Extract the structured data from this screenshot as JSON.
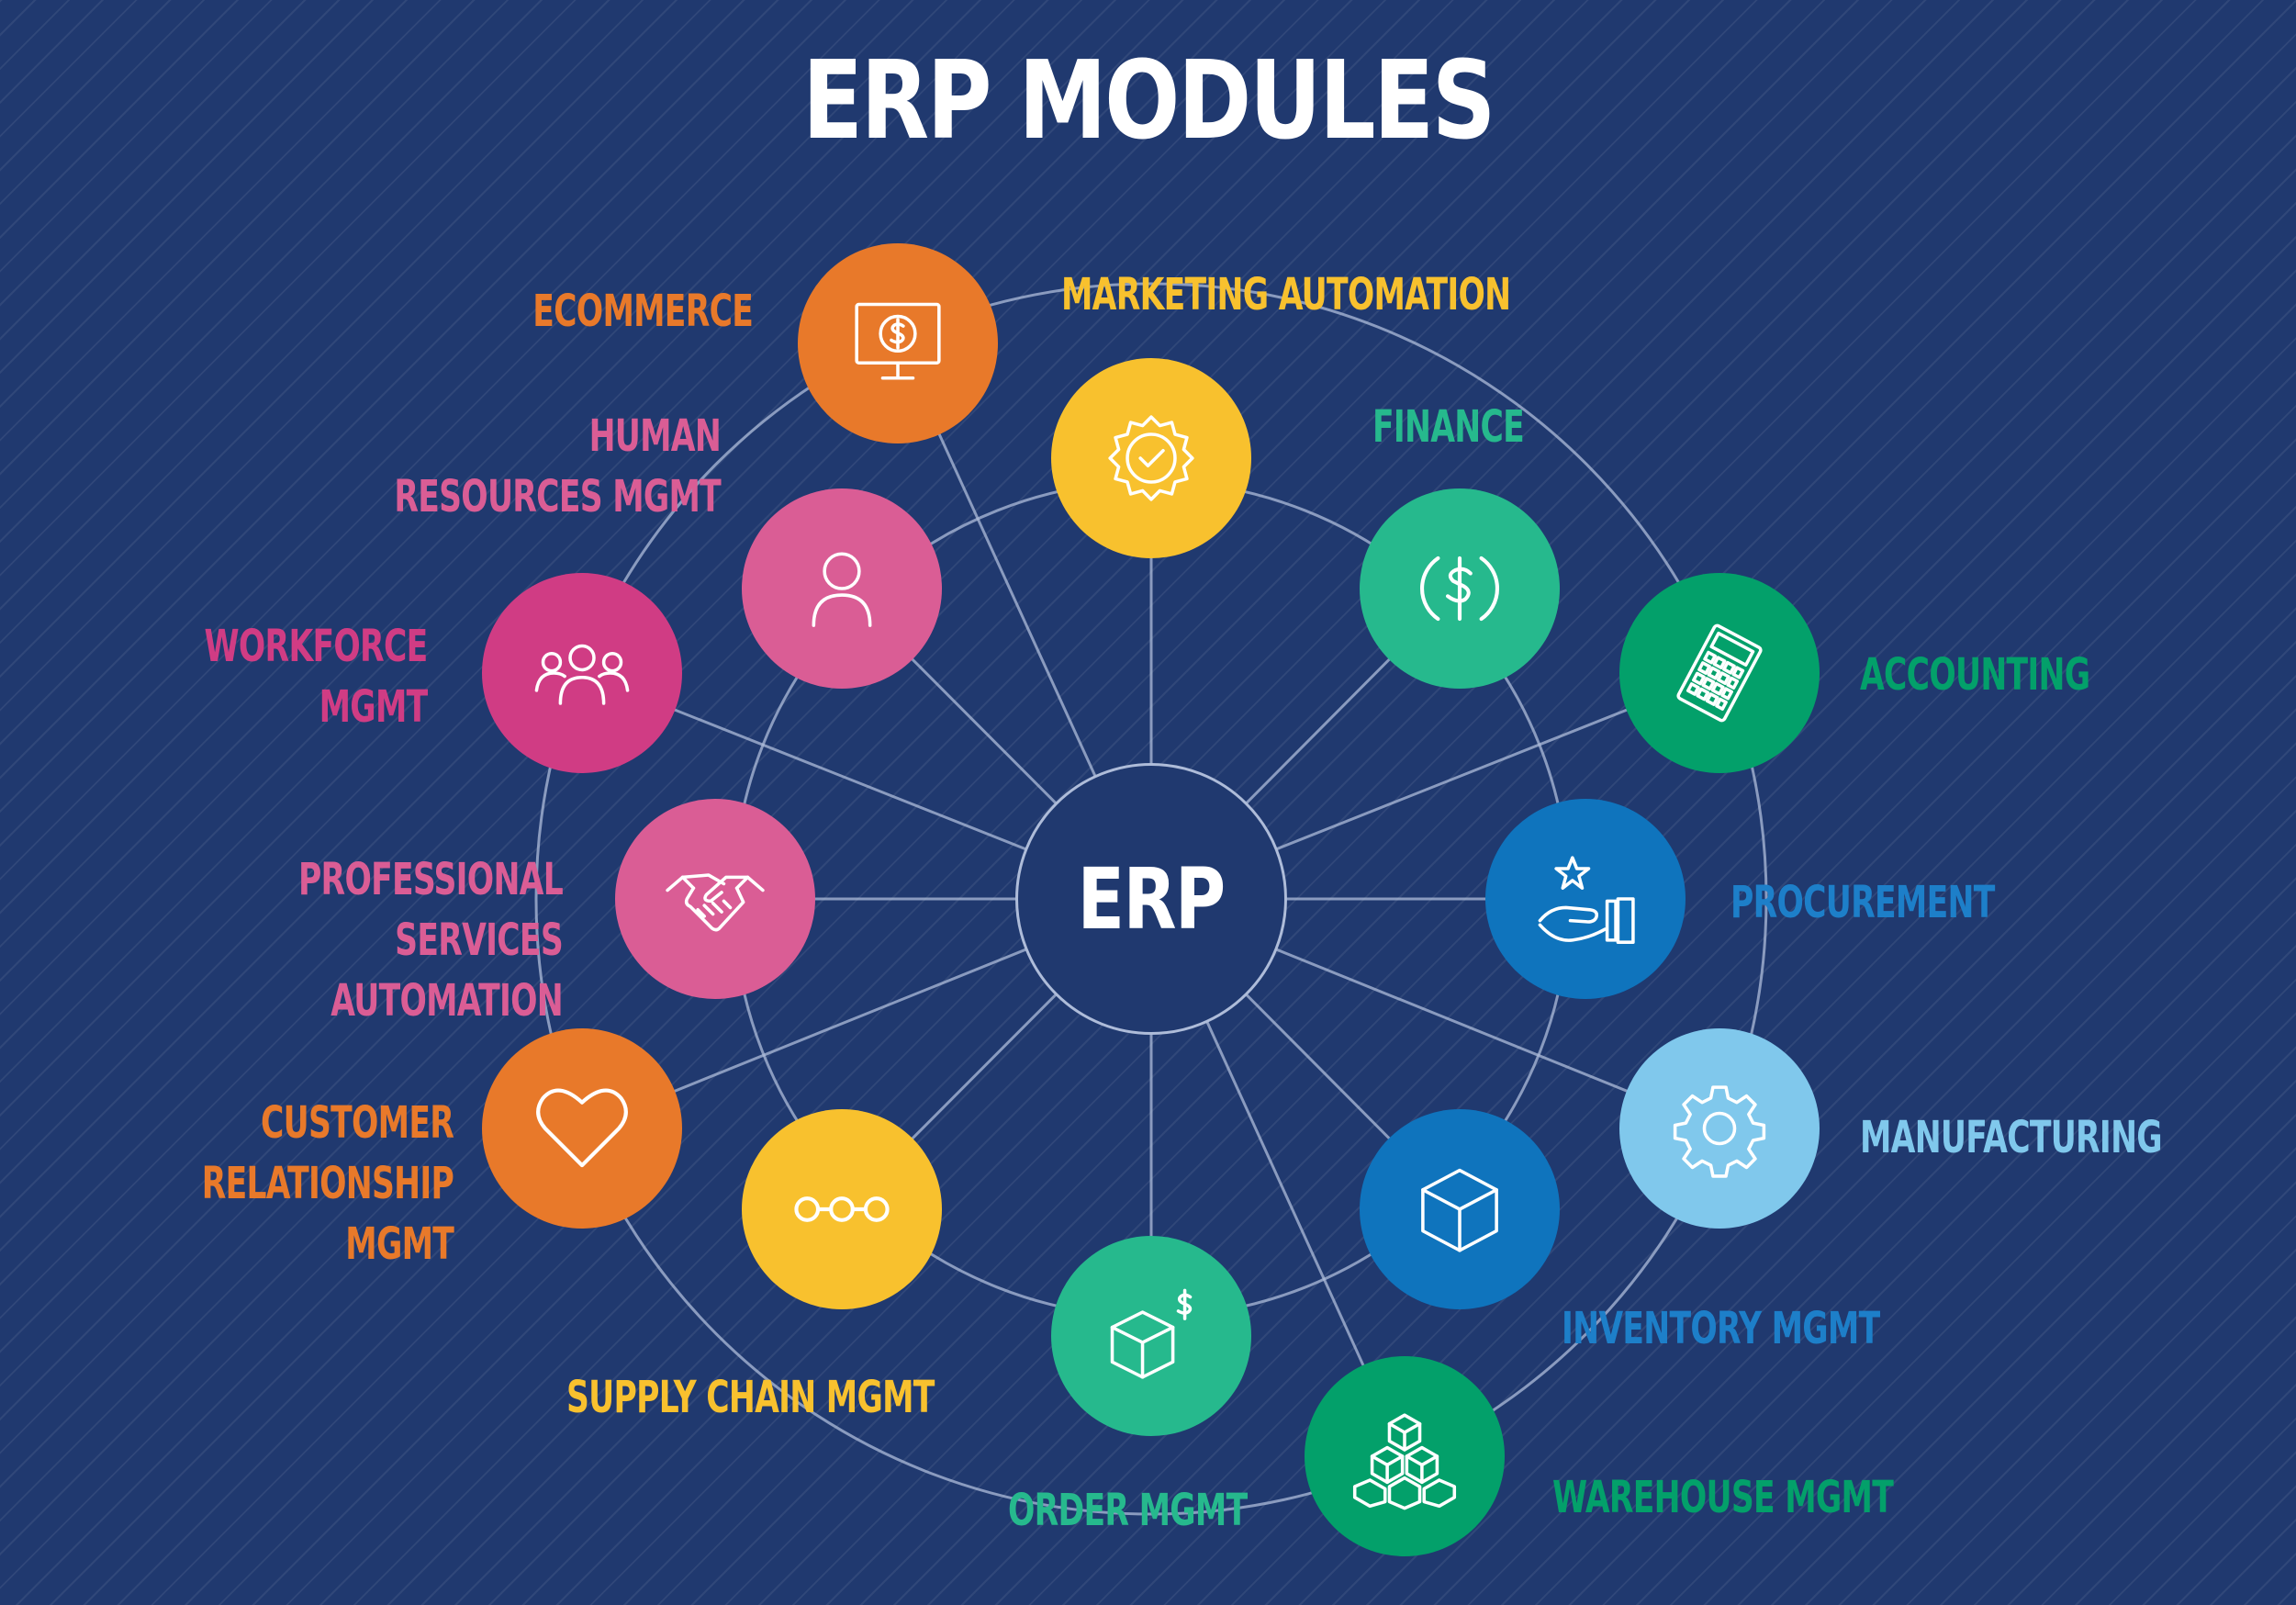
{
  "title": "ERP MODULES",
  "hub": {
    "label": "ERP"
  },
  "modules": {
    "ecommerce": {
      "label": "ECOMMERCE",
      "icon": "monitor-dollar-icon",
      "color": "#e8792a"
    },
    "marketing_automation": {
      "label": "MARKETING AUTOMATION",
      "icon": "badge-check-icon",
      "color": "#f8c12e"
    },
    "human_resources": {
      "label": "HUMAN\nRESOURCES MGMT",
      "icon": "person-icon",
      "color": "#da5d95"
    },
    "finance": {
      "label": "FINANCE",
      "icon": "dollar-cycle-icon",
      "color": "#26b98d"
    },
    "workforce": {
      "label": "WORKFORCE\nMGMT",
      "icon": "group-icon",
      "color": "#d03c84"
    },
    "accounting": {
      "label": "ACCOUNTING",
      "icon": "calculator-icon",
      "color": "#03a06a"
    },
    "professional_services": {
      "label": "PROFESSIONAL SERVICES\nAUTOMATION",
      "icon": "handshake-icon",
      "color": "#da5d95"
    },
    "procurement": {
      "label": "PROCUREMENT",
      "icon": "hand-star-icon",
      "color": "#0f74bd"
    },
    "customer_relationship": {
      "label": "CUSTOMER\nRELATIONSHIP\nMGMT",
      "icon": "heart-icon",
      "color": "#e8792a"
    },
    "manufacturing": {
      "label": "MANUFACTURING",
      "icon": "gear-icon",
      "color": "#80c8ec"
    },
    "supply_chain": {
      "label": "SUPPLY CHAIN MGMT",
      "icon": "chain-links-icon",
      "color": "#f8c12e"
    },
    "inventory": {
      "label": "INVENTORY MGMT",
      "icon": "cube-icon",
      "color": "#0f74bd"
    },
    "order": {
      "label": "ORDER MGMT",
      "icon": "box-dollar-icon",
      "color": "#26b98d"
    },
    "warehouse": {
      "label": "WAREHOUSE MGMT",
      "icon": "stacked-boxes-icon",
      "color": "#03a06a"
    }
  },
  "colors": {
    "background": "#20396f",
    "connector": "#aebcd9",
    "ecommerce_label": "#e8792a",
    "marketing_label": "#f8c12e",
    "hr_label": "#da5d95",
    "finance_label": "#26b98d",
    "workforce_label": "#d03c84",
    "accounting_label": "#03a06a",
    "psa_label": "#da5d95",
    "procurement_label": "#1d7fc9",
    "crm_label": "#e8792a",
    "manufacturing_label": "#80c8ec",
    "supply_chain_label": "#f8c12e",
    "inventory_label": "#1d7fc9",
    "order_label": "#26b98d",
    "warehouse_label": "#03a06a"
  }
}
